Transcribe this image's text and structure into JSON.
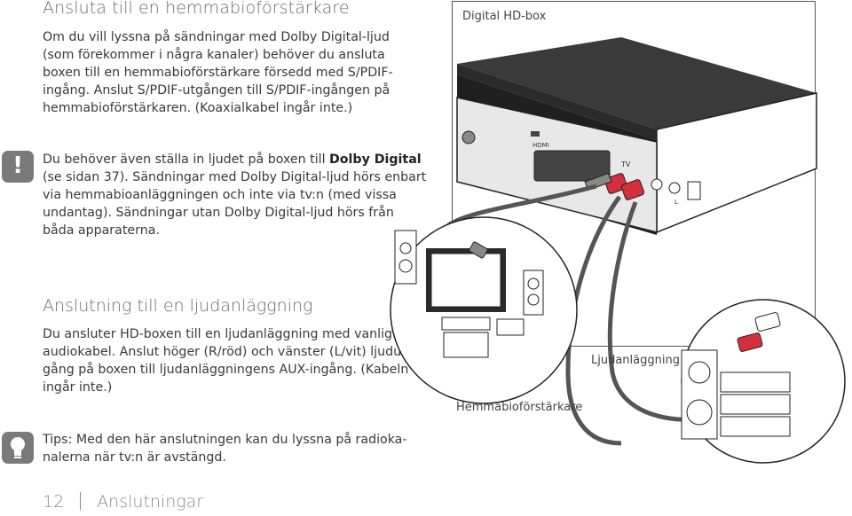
{
  "section1": {
    "title": "Ansluta till en hemmabioförstärkare",
    "body": "Om du vill lyssna på sändningar med Dolby Digital-ljud\n(som förekommer i några kanaler) behöver du ansluta\nboxen till en hemmabioförstärkare försedd med S/PDIF-\ningång. Anslut S/PDIF-utgången till S/PDIF-ingången på\nhemmabioförstärkaren. (Koaxialkabel ingår inte.)"
  },
  "warning": {
    "icon": "exclamation-icon",
    "line1_prefix": "Du behöver även ställa in ljudet på boxen till ",
    "line1_bold": "Dolby Digital",
    "rest": "(se sidan 37). Sändningar med Dolby Digital-ljud hörs enbart\nvia hemmabioanläggningen och inte via tv:n (med vissa\nundantag). Sändningar utan Dolby Digital-ljud hörs från\nbåda apparaterna."
  },
  "section2": {
    "title": "Anslutning till en ljudanläggning",
    "body": "Du ansluter HD-boxen till en ljudanläggning med vanlig\naudiokabel. Anslut höger (R/röd) och vänster (L/vit) ljudut-\ngång på boxen till ljudanläggningens AUX-ingång. (Kabeln\ningår inte.)"
  },
  "tip": {
    "icon": "lightbulb-icon",
    "text": "Tips: Med den här anslutningen kan du lyssna på radioka-\nnalerna när tv:n är avstängd."
  },
  "footer": {
    "page": "12",
    "section": "Anslutningar"
  },
  "illustration": {
    "box_label": "Digital HD-box",
    "hometheater_label": "Hemmabioförstärkare",
    "stereo_label": "Ljudanläggning",
    "port_hdmi": "HDMI",
    "port_tv": "TV",
    "port_l": "L"
  },
  "colors": {
    "accent_gray": "#7a7a7a",
    "cable_red": "#d32f3c"
  }
}
